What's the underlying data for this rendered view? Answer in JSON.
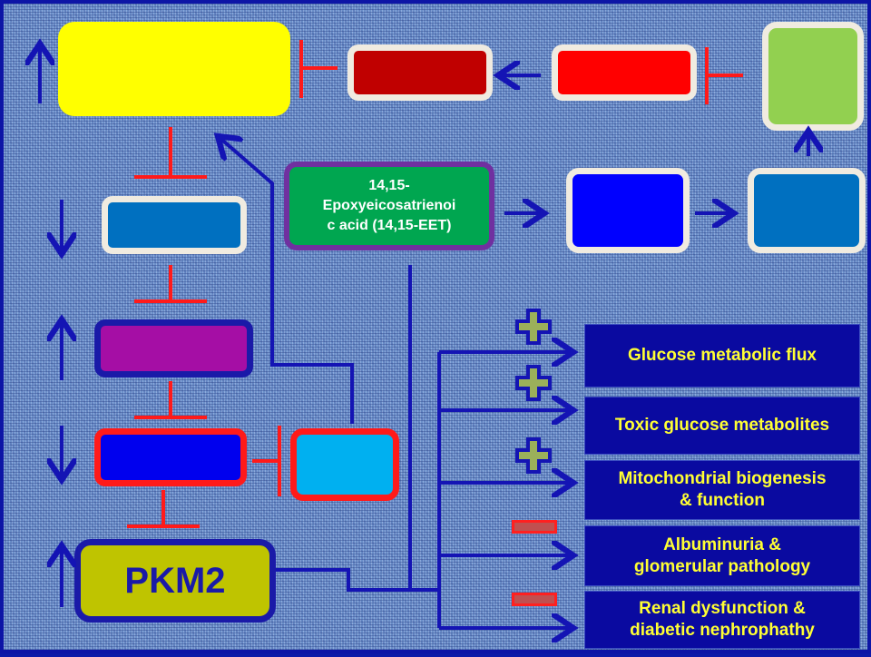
{
  "diagram": {
    "central_node": {
      "label": "14,15-\nEpoxyeicosatrienoi\nc acid (14,15-EET)",
      "fill": "#00a650",
      "border": "#7030a0"
    },
    "hub_node": {
      "label": "PKM2",
      "fill": "#bfc400",
      "border": "#1a1aa8"
    },
    "unlabeled_nodes": [
      {
        "id": "yellow",
        "fill": "#ffff00"
      },
      {
        "id": "dark-red",
        "fill": "#c00000"
      },
      {
        "id": "red",
        "fill": "#ff0000"
      },
      {
        "id": "light-green",
        "fill": "#92d050"
      },
      {
        "id": "blue",
        "fill": "#0000ff"
      },
      {
        "id": "steel-blue-right",
        "fill": "#0070c0"
      },
      {
        "id": "steel-blue-left",
        "fill": "#0070c0"
      },
      {
        "id": "purple",
        "fill": "#a50ea5"
      },
      {
        "id": "dark-blue",
        "fill": "#0000ee"
      },
      {
        "id": "cyan",
        "fill": "#00b0f0"
      }
    ],
    "trend_arrows": [
      {
        "target": "yellow",
        "direction": "up"
      },
      {
        "target": "steel-blue-left",
        "direction": "down"
      },
      {
        "target": "purple",
        "direction": "up"
      },
      {
        "target": "dark-blue",
        "direction": "down"
      },
      {
        "target": "PKM2",
        "direction": "up"
      }
    ],
    "outcomes": [
      {
        "label": "Glucose metabolic flux",
        "effect": "plus"
      },
      {
        "label": "Toxic glucose metabolites",
        "effect": "plus"
      },
      {
        "label": "Mitochondrial biogenesis\n& function",
        "effect": "plus"
      },
      {
        "label": "Albuminuria &\nglomerular pathology",
        "effect": "minus"
      },
      {
        "label": "Renal dysfunction &\ndiabetic nephrophathy",
        "effect": "minus"
      }
    ],
    "colors": {
      "activation": "#1414b4",
      "inhibition": "#ff1a1a",
      "outcome_fill": "#0a0aa0",
      "outcome_text": "#ffff33",
      "plus_fill": "#9bb05a",
      "minus_fill": "#c05050"
    }
  }
}
